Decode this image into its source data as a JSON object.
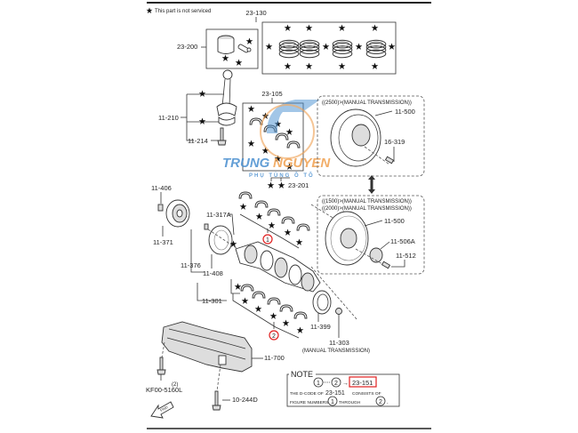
{
  "legend": {
    "star_note": "This part is not serviced"
  },
  "parts": {
    "p23_130": "23-130",
    "p23_200": "23-200",
    "p11_210": "11-210",
    "p11_214": "11-214",
    "p23_105": "23-105",
    "p23_201": "23-201",
    "p11_406": "11-406",
    "p11_371": "11-371",
    "p11_317A": "11-317A",
    "p11_376": "11-376",
    "p11_408": "11-408",
    "p11_301": "11-301",
    "p11_500_a": "11-500",
    "p16_319": "16-319",
    "p11_500_b": "11-500",
    "p11_506A": "11-506A",
    "p11_512": "11-512",
    "p11_399": "11-399",
    "p11_303": "11-303",
    "p11_303_note": "(MANUAL TRANSMISSION)",
    "p11_700": "11-700",
    "pKF00": "KF00-5160L",
    "pKF00_qty": "(2)",
    "p10_244D": "10-244D"
  },
  "variants": {
    "top_box": "((2500)>(MANUAL TRANSMISSION))",
    "bottom_box_1": "((1500)>(MANUAL TRANSMISSION))",
    "bottom_box_2": "((2000)>(MANUAL TRANSMISSION))"
  },
  "callouts": {
    "c1": "1",
    "c2": "2"
  },
  "note": {
    "title": "NOTE",
    "from": "1",
    "to": "2",
    "code": "23-151",
    "line1_prefix": "THE D-CODE OF",
    "line1_code": "23-151",
    "line1_suffix": "CONSISTS OF",
    "line2_prefix": "FIGURE NUMBERS",
    "line2_mid": "THROUGH",
    "line2_end": "."
  },
  "front_marker": "FWD",
  "watermark": {
    "brand_a": "TRUNG",
    "brand_b": "NGUYEN",
    "tagline": "PHỤ TÙNG Ô TÔ"
  },
  "colors": {
    "highlight": "#e02020",
    "wm_blue": "#4a8fd0",
    "wm_orange": "#f0a050"
  }
}
